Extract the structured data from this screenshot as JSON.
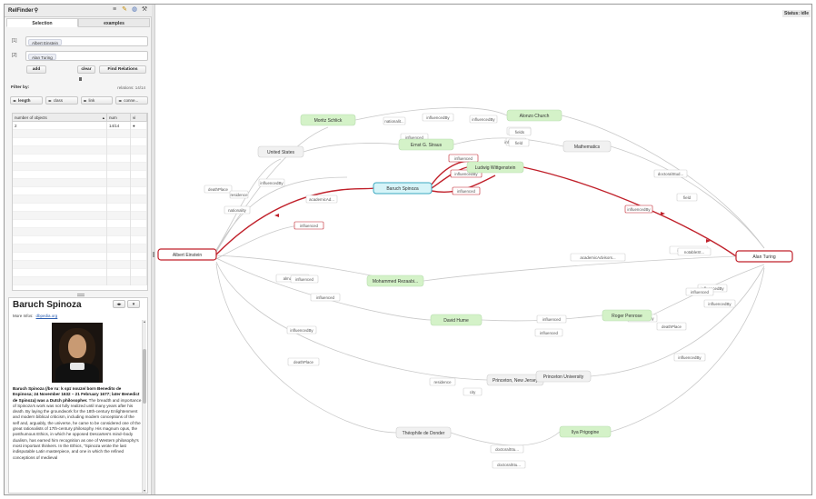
{
  "app": {
    "logo": "RelFinder",
    "toolbar_icons": [
      "stack-icon",
      "pencil-icon",
      "globe-icon",
      "wrench-icon"
    ]
  },
  "tabs": [
    "Selection",
    "examples"
  ],
  "queries": [
    {
      "num": "[1]",
      "value": "Albert Einstein"
    },
    {
      "num": "[2]",
      "value": "Alan Turing"
    }
  ],
  "buttons": {
    "add": "add",
    "clear": "clear",
    "find": "Find Relations"
  },
  "filter": {
    "label": "Filter by:",
    "relations": "relations: 14/14"
  },
  "filter_chips": [
    "length",
    "class",
    "link",
    "conne..."
  ],
  "table": {
    "headers": [
      "number of objects",
      "num",
      "vi"
    ],
    "rows": [
      {
        "objects": "2",
        "num": "14/14",
        "vi": "●"
      }
    ]
  },
  "info": {
    "title": "Baruch Spinoza",
    "ctrl_1": "◂▸",
    "ctrl_2": "▾",
    "more_label": "More Infos:",
    "more_link": "dbpedia.org",
    "bio_lead": "Baruch Spinoza (/bəˈruː k spɪˈnoʊzə/ born Benedito de Espinosa; 24 November 1632 – 21 February 1677; later Benedict de Spinoza) was a Dutch philosopher.",
    "bio_rest": "The breadth and importance of Spinoza's work was not fully realized until many years after his death. By laying the groundwork for the 18th-century Enlightenment and modern biblical criticism, including modern conceptions of the self and, arguably, the universe, he came to be considered one of the great rationalists of 17th-century philosophy. His magnum opus, the posthumous Ethics, in which he opposed Descartes's mind–body dualism, has earned him recognition as one of Western philosophy's most important thinkers. In the Ethics, \"Spinoza wrote the last indisputable Latin masterpiece, and one in which the refined conceptions of medieval"
  },
  "status": "Status: idle",
  "colors": {
    "highlight_edge": "#c0202a",
    "found_node": "#d4f2c8",
    "selected_node": "#d6f4f8",
    "plain_node": "#f1f1f1"
  },
  "graph": {
    "nodes": [
      {
        "label": "Albert Einstein",
        "kind": "end"
      },
      {
        "label": "Alan Turing",
        "kind": "end"
      },
      {
        "label": "Baruch Spinoza",
        "kind": "selected"
      },
      {
        "label": "Ludwig Wittgenstein",
        "kind": "green"
      },
      {
        "label": "Moritz Schlick",
        "kind": "green"
      },
      {
        "label": "Alonzo Church",
        "kind": "green"
      },
      {
        "label": "Ernst G. Straus",
        "kind": "green"
      },
      {
        "label": "Mathematics",
        "kind": "plain"
      },
      {
        "label": "United States",
        "kind": "plain"
      },
      {
        "label": "Mohammed Rezaabi...",
        "kind": "green"
      },
      {
        "label": "David Hume",
        "kind": "green"
      },
      {
        "label": "Roger Penrose",
        "kind": "green"
      },
      {
        "label": "Princeton, New Jersey",
        "kind": "plain"
      },
      {
        "label": "Princeton University",
        "kind": "plain"
      },
      {
        "label": "Théophile de Donder",
        "kind": "plain"
      },
      {
        "label": "Ilya Prigogine",
        "kind": "green"
      }
    ],
    "edge_labels": [
      "influenced",
      "influencedBy",
      "influenced",
      "influencedBy",
      "influenced",
      "influencedBy",
      "influenced",
      "influenced",
      "influencedBy",
      "nationalit...",
      "influencedBy",
      "fields",
      "field",
      "doctoralStud...",
      "field",
      "deathPlace",
      "residence",
      "nationality",
      "academicAd...",
      "influencedBy",
      "influenced",
      "almaMater",
      "academicAdvisors...",
      "notableSt...",
      "influencedBy",
      "influencedBy",
      "influenced",
      "influenced",
      "influencedBy",
      "deathPlace",
      "influencedBy",
      "deathPlace",
      "residence",
      "city",
      "doctoralStu...",
      "doctoralStu...",
      "influencedBy",
      "influenced",
      "influenced",
      "influencedBy"
    ]
  }
}
